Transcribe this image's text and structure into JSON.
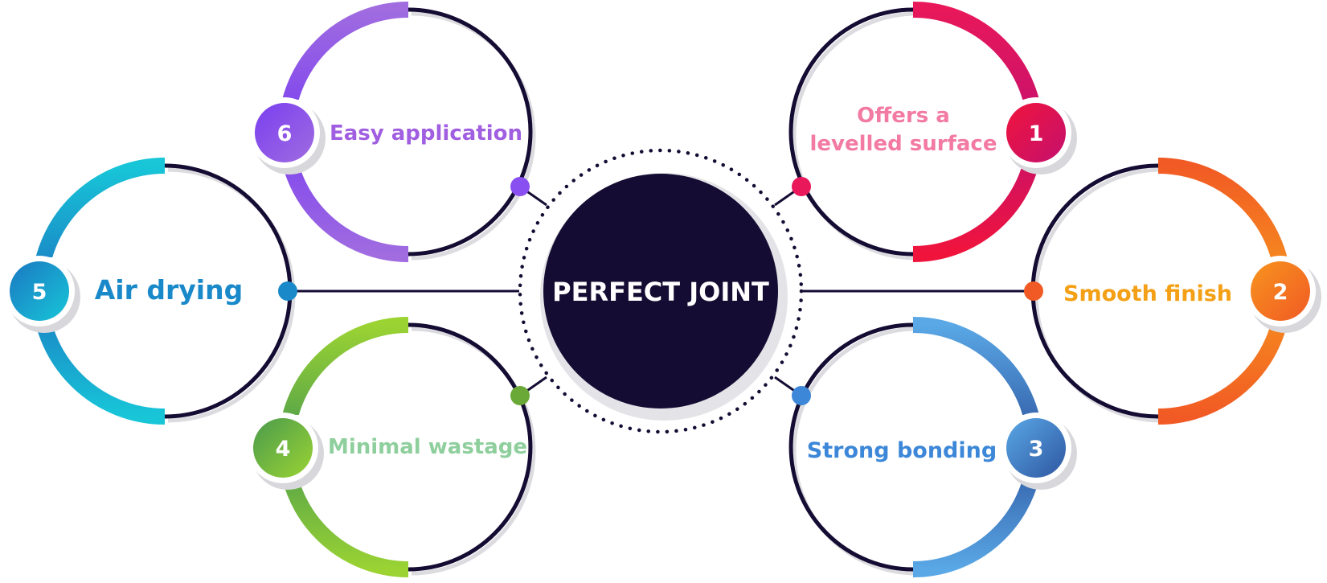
{
  "center": {
    "title": "PERFECT JOINT",
    "color": "#150c33"
  },
  "items": [
    {
      "number": "1",
      "lines": [
        "Offers a",
        "levelled surface"
      ],
      "text_color": "#f27aa3",
      "colors": [
        "#e8185a",
        "#c5106e"
      ]
    },
    {
      "number": "2",
      "lines": [
        "Smooth finish"
      ],
      "text_color": "#f4a016",
      "colors": [
        "#f7941e",
        "#f15a24"
      ]
    },
    {
      "number": "3",
      "lines": [
        "Strong bonding"
      ],
      "text_color": "#3c87d8",
      "colors": [
        "#5aa8e6",
        "#2e56a0"
      ]
    },
    {
      "number": "4",
      "lines": [
        "Minimal wastage"
      ],
      "text_color": "#8fcf9d",
      "colors": [
        "#9bd333",
        "#4a9b4d"
      ]
    },
    {
      "number": "5",
      "lines": [
        "Air drying"
      ],
      "text_color": "#1a89c9",
      "colors": [
        "#18c6d8",
        "#1a78c2"
      ]
    },
    {
      "number": "6",
      "lines": [
        "Easy application"
      ],
      "text_color": "#a05ee0",
      "colors": [
        "#8a4ff0",
        "#a06ce0"
      ]
    }
  ]
}
